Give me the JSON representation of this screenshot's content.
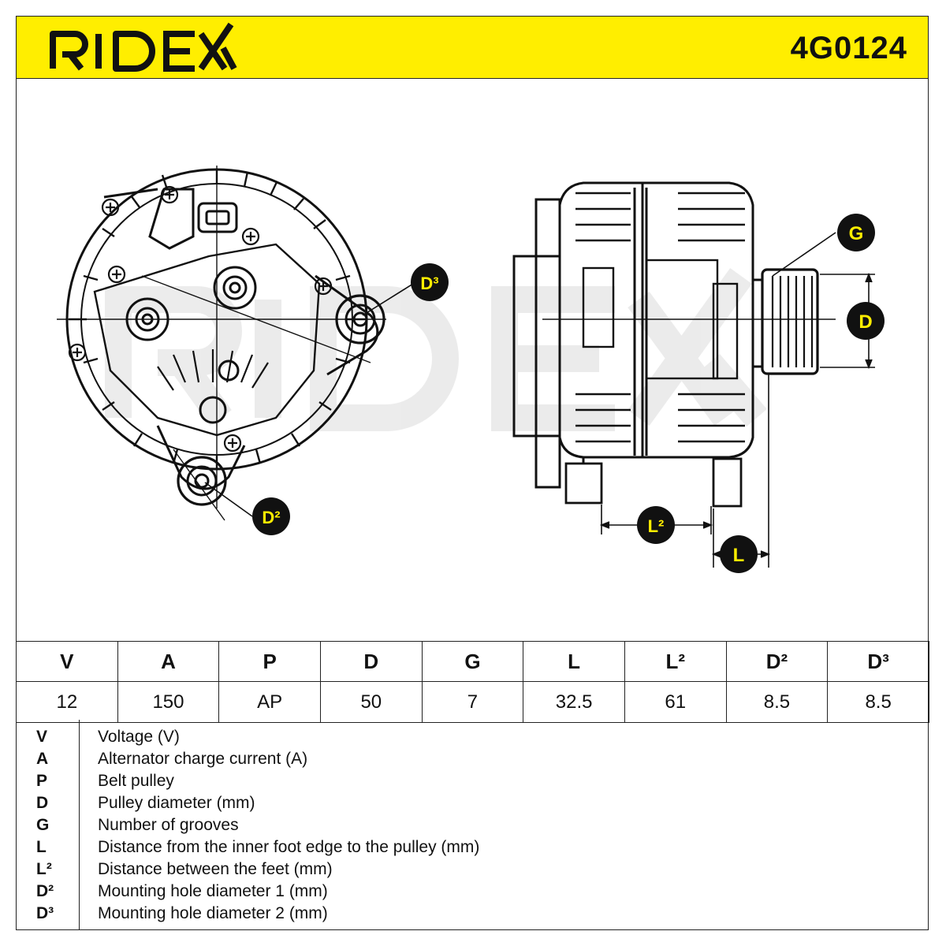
{
  "header": {
    "brand": "RIDEX",
    "part_number": "4G0124",
    "brand_color": "#ffee00"
  },
  "callouts": {
    "d3": "D³",
    "d2": "D²",
    "g": "G",
    "d": "D",
    "l2": "L²",
    "l": "L"
  },
  "specs": {
    "headers": [
      "V",
      "A",
      "P",
      "D",
      "G",
      "L",
      "L²",
      "D²",
      "D³"
    ],
    "values": [
      "12",
      "150",
      "AP",
      "50",
      "7",
      "32.5",
      "61",
      "8.5",
      "8.5"
    ]
  },
  "legend": [
    {
      "key": "V",
      "desc": "Voltage (V)"
    },
    {
      "key": "A",
      "desc": "Alternator charge current (A)"
    },
    {
      "key": "P",
      "desc": "Belt pulley"
    },
    {
      "key": "D",
      "desc": "Pulley diameter (mm)"
    },
    {
      "key": "G",
      "desc": "Number of grooves"
    },
    {
      "key": "L",
      "desc": "Distance from the inner foot edge to the pulley (mm)"
    },
    {
      "key": "L²",
      "desc": "Distance between the feet (mm)"
    },
    {
      "key": "D²",
      "desc": "Mounting hole diameter 1 (mm)"
    },
    {
      "key": "D³",
      "desc": "Mounting hole diameter 2 (mm)"
    }
  ]
}
